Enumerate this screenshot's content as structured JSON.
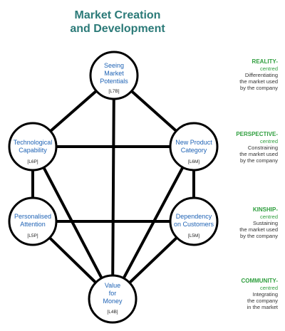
{
  "title": {
    "line1": "Market Creation",
    "line2": "and Development"
  },
  "nodes": [
    {
      "id": "seeing",
      "lines": [
        "Seeing",
        "Market",
        "Potentials"
      ],
      "code": "[L7B]"
    },
    {
      "id": "tech",
      "lines": [
        "Technological",
        "Capability"
      ],
      "code": "[L6P]"
    },
    {
      "id": "newprod",
      "lines": [
        "New Product",
        "Category"
      ],
      "code": "[L6M]"
    },
    {
      "id": "personal",
      "lines": [
        "Personalised",
        "Attention"
      ],
      "code": "[L5P]"
    },
    {
      "id": "depend",
      "lines": [
        "Dependency",
        "on Customers"
      ],
      "code": "[L5M]"
    },
    {
      "id": "value",
      "lines": [
        "Value",
        "for",
        "Money"
      ],
      "code": "[L4B]"
    }
  ],
  "levels": [
    {
      "name": "REALITY-",
      "sub": "centred",
      "desc": [
        "Differentiating",
        "the market used",
        "by the company"
      ]
    },
    {
      "name": "PERSPECTIVE-",
      "sub": "centred",
      "desc": [
        "Constraining",
        "the market used",
        "by the company"
      ]
    },
    {
      "name": "KINSHIP-",
      "sub": "centred",
      "desc": [
        "Sustaining",
        "the market used",
        "by the company"
      ]
    },
    {
      "name": "COMMUNITY-",
      "sub": "centred",
      "desc": [
        "Integrating",
        "the company",
        "in the market"
      ]
    }
  ],
  "colors": {
    "title": "#2b7a78",
    "node_text": "#1f63b5",
    "level_name": "#2e9e3d",
    "lines": "#000000"
  }
}
